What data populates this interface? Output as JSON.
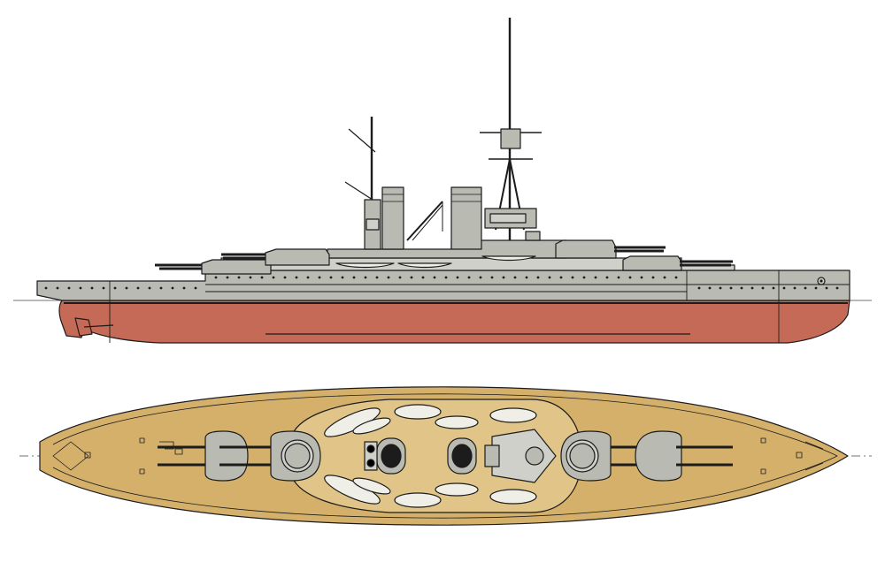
{
  "colors": {
    "background": "#ffffff",
    "hull_red": "#c46a56",
    "hull_red_dark": "#9e4d3c",
    "superstructure_grey": "#b9bab2",
    "grey_light": "#cfd0c9",
    "grey_dark": "#8f908a",
    "deck_tan": "#d4b06a",
    "deck_tan_light": "#e0c488",
    "turret_grey": "#9a9a92",
    "boat_white": "#efefe8",
    "outline": "#1c1c1c"
  },
  "views": [
    {
      "id": "side-profile",
      "depicts": "ship-side-elevation"
    },
    {
      "id": "plan-view",
      "depicts": "ship-deck-plan"
    }
  ]
}
